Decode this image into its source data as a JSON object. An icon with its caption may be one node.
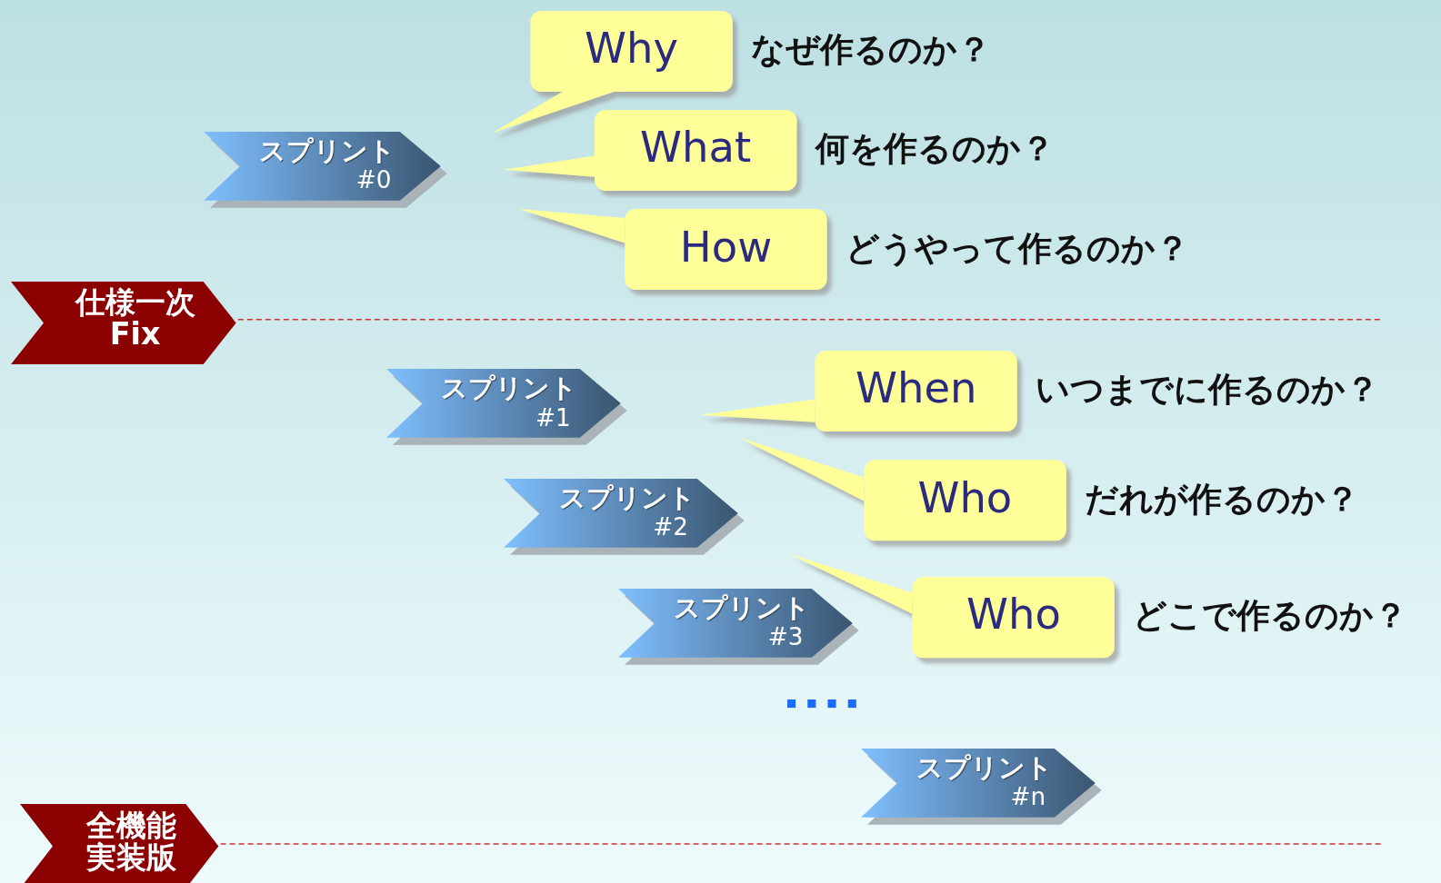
{
  "diagram": {
    "nodes": [
      {
        "text": [
          "スプリント",
          "#0"
        ]
      },
      {
        "text": [
          "Why"
        ],
        "beside": [
          "なぜ作るのか？"
        ]
      },
      {
        "text": [
          "What"
        ],
        "beside": [
          "何を作るのか？"
        ]
      },
      {
        "text": [
          "How"
        ],
        "beside": [
          "どうやって作るのか？"
        ]
      },
      {
        "text": [
          "仕様一次Fix"
        ]
      },
      {
        "text": [
          "スプリント",
          "#1"
        ]
      },
      {
        "text": [
          "When"
        ],
        "beside": [
          "いつまでに作るのか？"
        ]
      },
      {
        "text": [
          "スプリント",
          "#2"
        ]
      },
      {
        "text": [
          "Who"
        ],
        "beside": [
          "だれが作るのか？"
        ]
      },
      {
        "text": [
          "スプリント",
          "#3"
        ]
      },
      {
        "text": [
          "Who"
        ],
        "beside": [
          "どこで作るのか？"
        ]
      },
      {
        "text": [
          "スプリント",
          "#n"
        ]
      },
      {
        "text": [
          "全機能実装版"
        ]
      }
    ],
    "edges": []
  }
}
